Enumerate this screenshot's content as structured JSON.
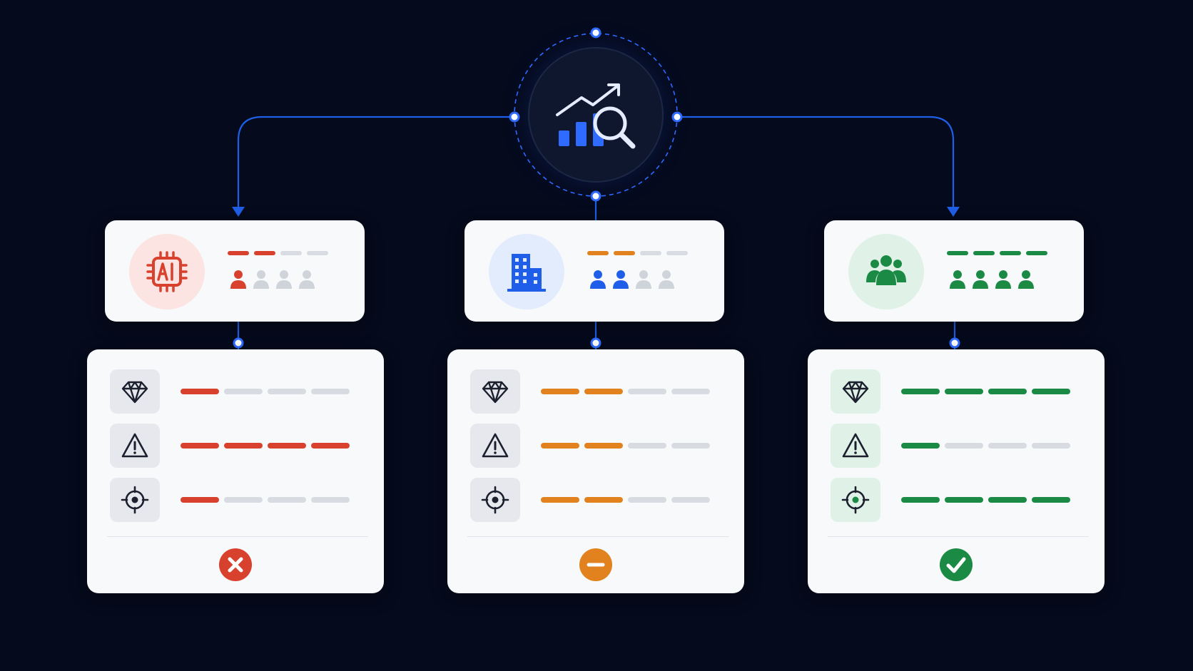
{
  "hub": {
    "icon": "analytics-search-icon",
    "accent": "#2f6bff"
  },
  "connector_color": "#1f5fe6",
  "columns": [
    {
      "id": "ai",
      "icon": "ai-chip-icon",
      "accent": "#d9412f",
      "tint": "#fbe4e1",
      "rating_level": 2,
      "people_count": 1,
      "criteria": [
        {
          "icon": "gem-icon",
          "level": 1
        },
        {
          "icon": "warning-icon",
          "level": 4
        },
        {
          "icon": "target-icon",
          "level": 1
        }
      ],
      "status_icon": "cross-circle-icon",
      "status_color": "#d9412f"
    },
    {
      "id": "company",
      "icon": "building-icon",
      "accent": "#e2821f",
      "people_color": "#1e5ee8",
      "tint": "#e3ecfd",
      "icon_color": "#1e5ee8",
      "rating_level": 2,
      "people_count": 2,
      "criteria": [
        {
          "icon": "gem-icon",
          "level": 2
        },
        {
          "icon": "warning-icon",
          "level": 2
        },
        {
          "icon": "target-icon",
          "level": 2
        }
      ],
      "status_icon": "minus-circle-icon",
      "status_color": "#e2821f"
    },
    {
      "id": "team",
      "icon": "team-icon",
      "accent": "#1b8a45",
      "tint": "#e0f2e7",
      "rating_level": 4,
      "people_count": 4,
      "criteria": [
        {
          "icon": "gem-icon",
          "level": 4
        },
        {
          "icon": "warning-icon",
          "level": 1
        },
        {
          "icon": "target-icon",
          "level": 4
        }
      ],
      "status_icon": "check-circle-icon",
      "status_color": "#1b8a45"
    }
  ]
}
